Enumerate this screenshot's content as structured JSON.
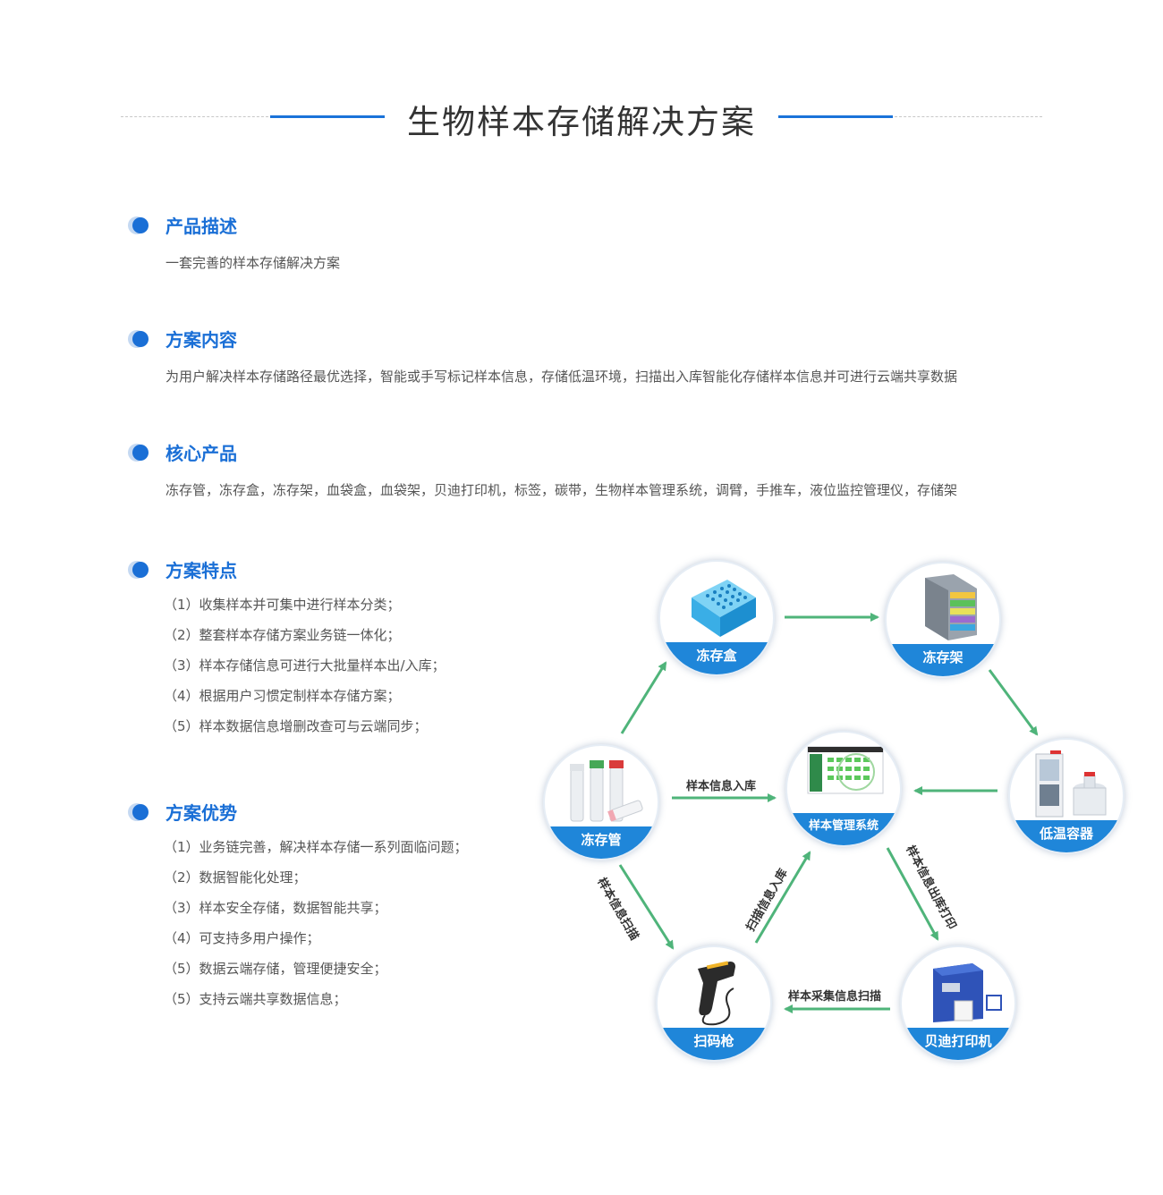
{
  "title": "生物样本存储解决方案",
  "sections": {
    "description": {
      "title": "产品描述",
      "text": "一套完善的样本存储解决方案"
    },
    "content": {
      "title": "方案内容",
      "text": "为用户解决样本存储路径最优选择，智能或手写标记样本信息，存储低温环境，扫描出入库智能化存储样本信息并可进行云端共享数据"
    },
    "products": {
      "title": "核心产品",
      "text": "冻存管，冻存盒，冻存架，血袋盒，血袋架，贝迪打印机，标签，碳带，生物样本管理系统，调臂，手推车，液位监控管理仪，存储架"
    },
    "features": {
      "title": "方案特点",
      "items": [
        "（1）收集样本并可集中进行样本分类；",
        "（2）整套样本存储方案业务链一体化；",
        "（3）样本存储信息可进行大批量样本出/入库；",
        "（4）根据用户习惯定制样本存储方案；",
        "（5）样本数据信息增删改查可与云端同步；"
      ]
    },
    "advantages": {
      "title": "方案优势",
      "items": [
        "（1）业务链完善，解决样本存储一系列面临问题；",
        "（2）数据智能化处理；",
        "（3）样本安全存储，数据智能共享；",
        "（4）可支持多用户操作；",
        "（5）数据云端存储，管理便捷安全；",
        "（5）支持云端共享数据信息；"
      ]
    }
  },
  "diagram": {
    "nodes": {
      "box": "冻存盒",
      "rack": "冻存架",
      "tube": "冻存管",
      "system": "样本管理系统",
      "freezer": "低温容器",
      "scanner": "扫码枪",
      "printer": "贝迪打印机"
    },
    "edges": {
      "tube_to_system": "样本信息入库",
      "tube_to_scanner": "样本信息扫描",
      "scanner_to_system": "扫描信息入库",
      "system_to_printer": "样本信息出库打印",
      "printer_to_scanner": "样本采集信息扫描"
    },
    "colors": {
      "arrow": "#4fb47a",
      "caption": "#1f86d9",
      "accent": "#1a6fd6"
    }
  }
}
